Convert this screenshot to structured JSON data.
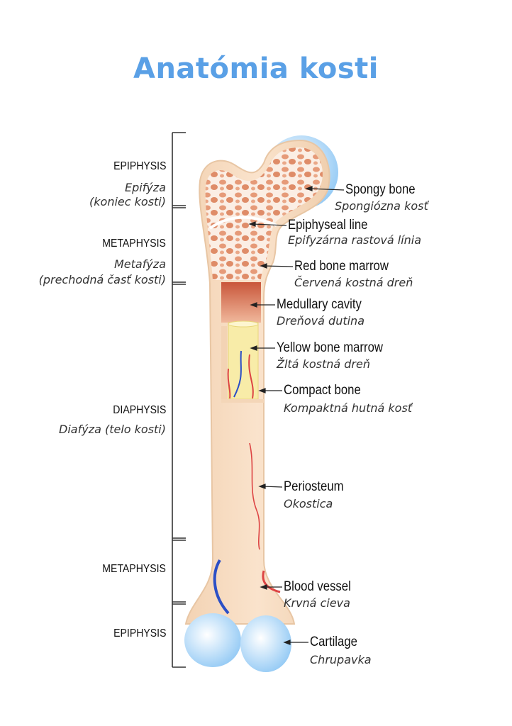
{
  "title": "Anatómia kosti",
  "regions": [
    {
      "en": "EPIPHYSIS",
      "sk": "Epifýza",
      "sk2": "(koniec kosti)"
    },
    {
      "en": "METAPHYSIS",
      "sk": "Metafýza",
      "sk2": "(prechodná časť kosti)"
    },
    {
      "en": "DIAPHYSIS",
      "sk": "Diafýza (telo kosti)"
    },
    {
      "en": "METAPHYSIS"
    },
    {
      "en": "EPIPHYSIS"
    }
  ],
  "parts": [
    {
      "en": "Spongy bone",
      "sk": "Spongiózna kosť"
    },
    {
      "en": "Epiphyseal line",
      "sk": "Epifyzárna rastová línia"
    },
    {
      "en": "Red bone marrow",
      "sk": "Červená kostná dreň"
    },
    {
      "en": "Medullary cavity",
      "sk": "Dreňová dutina"
    },
    {
      "en": "Yellow bone marrow",
      "sk": "Žltá kostná dreň"
    },
    {
      "en": "Compact bone",
      "sk": "Kompaktná hutná kosť"
    },
    {
      "en": "Periosteum",
      "sk": "Okostica"
    },
    {
      "en": "Blood vessel",
      "sk": "Krvná cieva"
    },
    {
      "en": "Cartilage",
      "sk": "Chrupavka"
    }
  ],
  "colors": {
    "title": "#5aa0e6",
    "bone": "#f7dcc0",
    "marrow": "#e08a68",
    "yellow": "#f6eaa0",
    "cartilage": "#bfe0fa"
  }
}
